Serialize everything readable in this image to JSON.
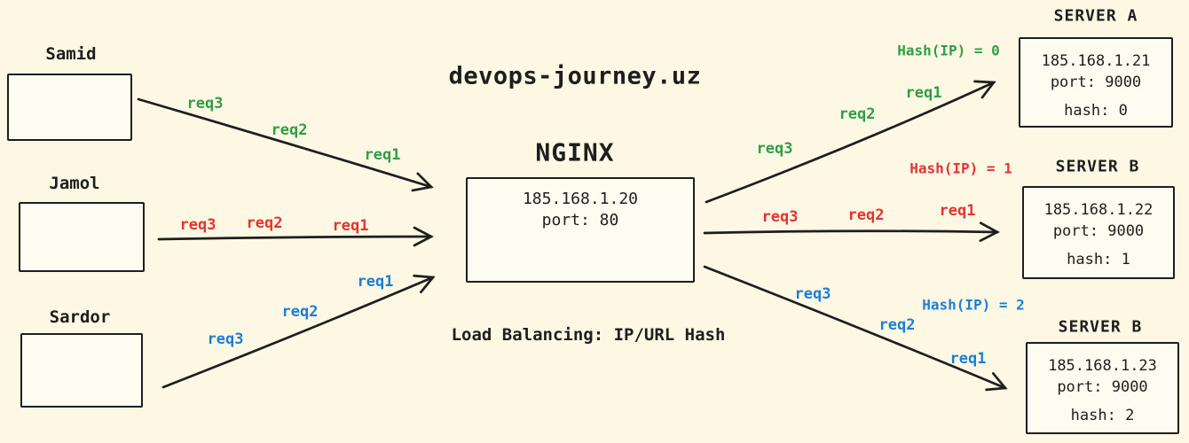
{
  "palette": {
    "background": "#fdf8e3",
    "ink": "#1e1e1e",
    "green": "#2f9e44",
    "red": "#e8322f",
    "blue": "#1c7ed6"
  },
  "header": {
    "site_title": "devops-journey.uz",
    "caption": "Load Balancing: IP/URL Hash"
  },
  "clients": [
    {
      "name": "Samid"
    },
    {
      "name": "Jamol"
    },
    {
      "name": "Sardor"
    }
  ],
  "nginx": {
    "heading": "NGINX",
    "ip": "185.168.1.20",
    "port": "port: 80"
  },
  "servers": [
    {
      "title": "SERVER A",
      "ip": "185.168.1.21",
      "port": "port: 9000",
      "hash": "hash: 0"
    },
    {
      "title": "SERVER B",
      "ip": "185.168.1.22",
      "port": "port: 9000",
      "hash": "hash: 1"
    },
    {
      "title": "SERVER B",
      "ip": "185.168.1.23",
      "port": "port: 9000",
      "hash": "hash: 2"
    }
  ],
  "flows": {
    "samid_to_nginx": {
      "color": "#2f9e44",
      "labels": [
        "req3",
        "req2",
        "req1"
      ]
    },
    "jamol_to_nginx": {
      "color": "#e8322f",
      "labels": [
        "req3",
        "req2",
        "req1"
      ]
    },
    "sardor_to_nginx": {
      "color": "#1c7ed6",
      "labels": [
        "req3",
        "req2",
        "req1"
      ]
    },
    "nginx_to_server_a": {
      "color": "#2f9e44",
      "hash_note": "Hash(IP) = 0",
      "labels": [
        "req3",
        "req2",
        "req1"
      ]
    },
    "nginx_to_server_b1": {
      "color": "#e8322f",
      "hash_note": "Hash(IP) = 1",
      "labels": [
        "req3",
        "req2",
        "req1"
      ]
    },
    "nginx_to_server_b2": {
      "color": "#1c7ed6",
      "hash_note": "Hash(IP) = 2",
      "labels": [
        "req3",
        "req2",
        "req1"
      ]
    }
  }
}
